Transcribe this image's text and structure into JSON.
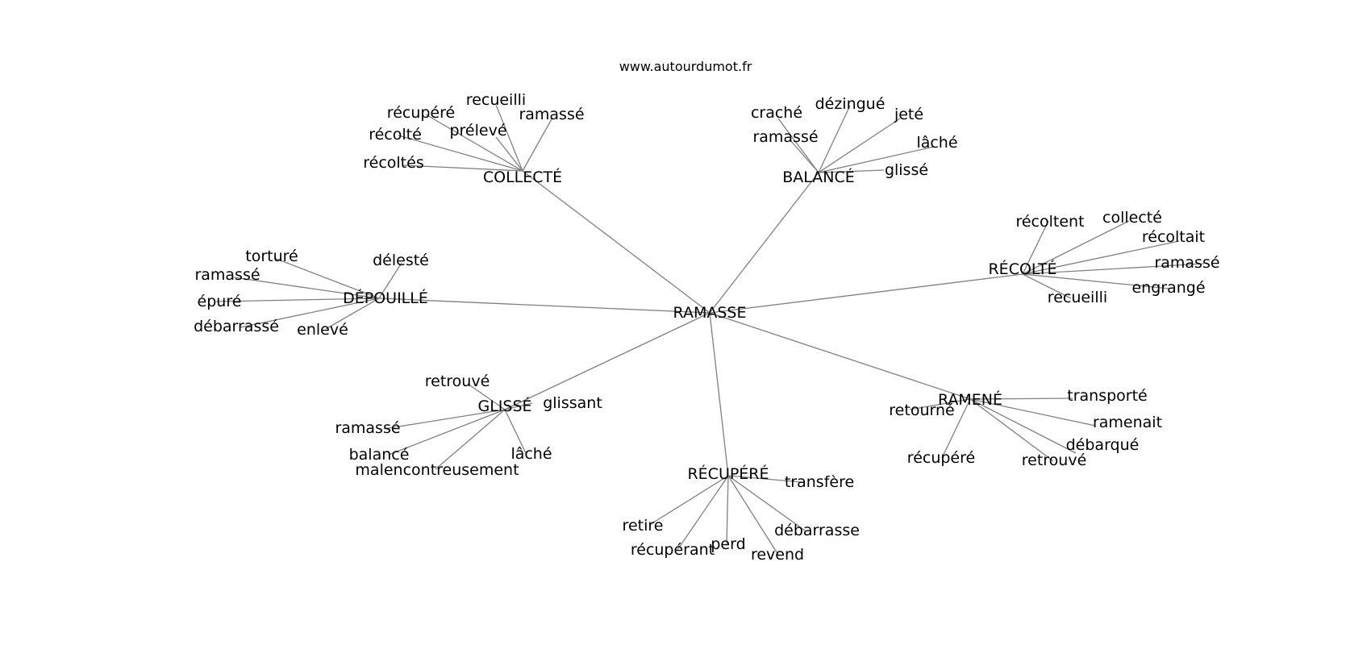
{
  "source": "www.autourdumot.fr",
  "root": "RAMASSE",
  "hubs": [
    {
      "id": "collecte",
      "label": "COLLECTÉ",
      "leaves": [
        "recueilli",
        "récupéré",
        "prélevé",
        "ramassé",
        "récolté",
        "récoltés"
      ]
    },
    {
      "id": "balance",
      "label": "BALANCÉ",
      "leaves": [
        "craché",
        "dézingué",
        "jeté",
        "ramassé",
        "lâché",
        "glissé"
      ]
    },
    {
      "id": "recolte",
      "label": "RÉCOLTÉ",
      "leaves": [
        "récoltent",
        "collecté",
        "récoltait",
        "ramassé",
        "engrangé",
        "recueilli"
      ]
    },
    {
      "id": "depouille",
      "label": "DÉPOUILLÉ",
      "leaves": [
        "torturé",
        "délesté",
        "ramassé",
        "épuré",
        "débarrassé",
        "enlevé"
      ]
    },
    {
      "id": "glisse",
      "label": "GLISSÉ",
      "leaves": [
        "retrouvé",
        "glissant",
        "ramassé",
        "balancé",
        "malencontreusement",
        "lâché"
      ]
    },
    {
      "id": "recupere",
      "label": "RÉCUPÉRÉ",
      "leaves": [
        "transfère",
        "retire",
        "débarrasse",
        "récupérant",
        "perd",
        "revend"
      ]
    },
    {
      "id": "ramene",
      "label": "RAMENÉ",
      "leaves": [
        "transporté",
        "retourné",
        "ramenait",
        "débarqué",
        "récupéré",
        "retrouvé"
      ]
    }
  ]
}
